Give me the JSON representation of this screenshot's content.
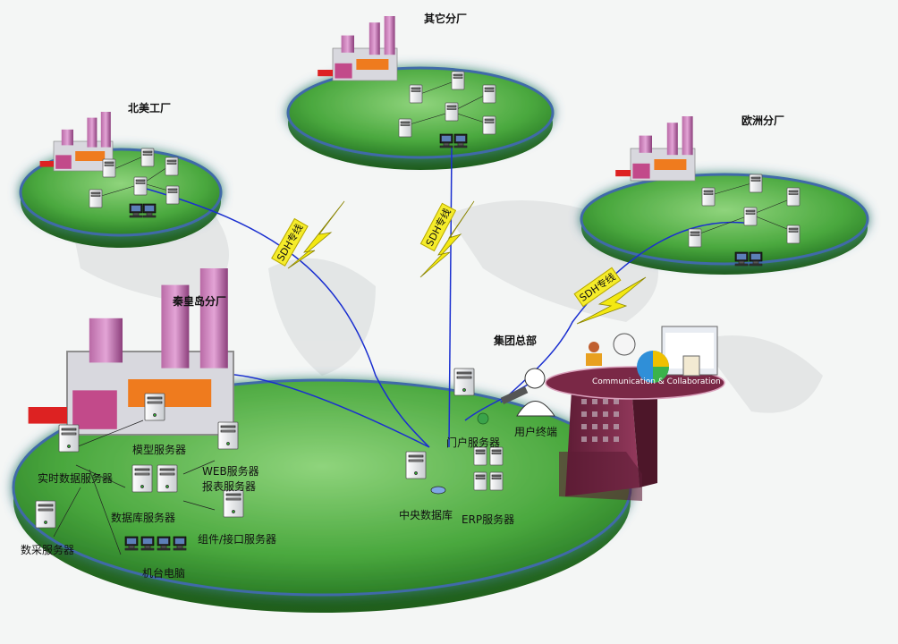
{
  "sites": {
    "north_america": "北美工厂",
    "other": "其它分厂",
    "europe": "欧洲分厂",
    "qinhuangdao": "秦皇岛分厂",
    "headquarters": "集团总部"
  },
  "links": {
    "sdh_left": "SDH专线",
    "sdh_mid": "SDH专线",
    "sdh_right": "SDH专线"
  },
  "servers": {
    "model": "模型服务器",
    "realtime": "实时数据服务器",
    "web": "WEB服务器",
    "report": "报表服务器",
    "database": "数据库服务器",
    "collector": "数采服务器",
    "component": "组件/接口服务器",
    "machine_pc": "机台电脑",
    "central_db": "中央数据库",
    "portal": "门户服务器",
    "user_terminal": "用户终端",
    "erp": "ERP服务器"
  },
  "badge": "Communication & Collaboration",
  "colors": {
    "ellipse_light": "#7cc96a",
    "ellipse_dark": "#2f8a2c",
    "link": "#1a2fd0",
    "bolt": "#f3e812",
    "building": "#7a2846"
  }
}
